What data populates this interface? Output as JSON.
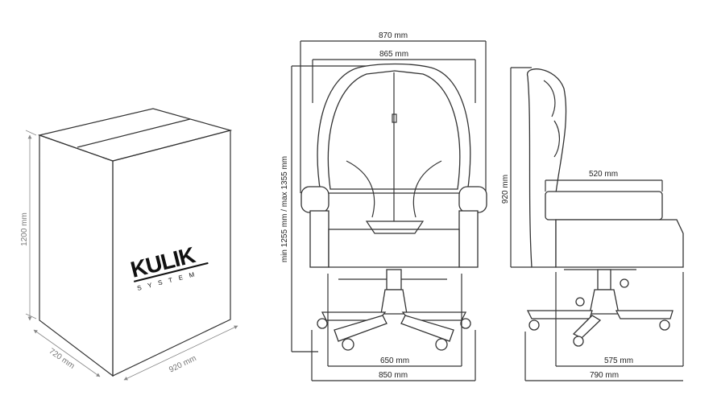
{
  "box": {
    "height_label": "1200 mm",
    "depth_label": "720 mm",
    "width_label": "920 mm",
    "logo_main": "KULIK",
    "logo_sub": "SYSTEM"
  },
  "front_view": {
    "overall_width_label": "870 mm",
    "back_width_label": "865 mm",
    "height_label": "min 1255 mm / max 1355 mm",
    "seat_width_label": "650 mm",
    "base_width_label": "850 mm"
  },
  "side_view": {
    "back_height_label": "920 mm",
    "seat_depth_label": "520 mm",
    "seat_base_label": "575 mm",
    "base_depth_label": "790 mm"
  }
}
